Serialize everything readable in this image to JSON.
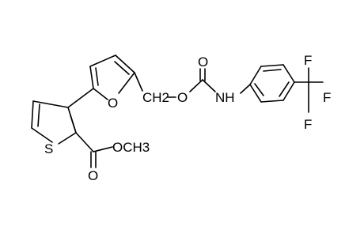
{
  "molecule": {
    "atom_labels": {
      "thiophene_sulfur": "S",
      "furan_oxygen": "O",
      "ester_carbonyl_oxygen": "O",
      "ester_methoxy": "OCH3",
      "methylene": "CH2",
      "carbamate_ether_oxygen": "O",
      "carbamate_carbonyl_oxygen": "O",
      "amine": "NH",
      "fluorine_top": "F",
      "fluorine_right": "F",
      "fluorine_bottom": "F"
    }
  }
}
